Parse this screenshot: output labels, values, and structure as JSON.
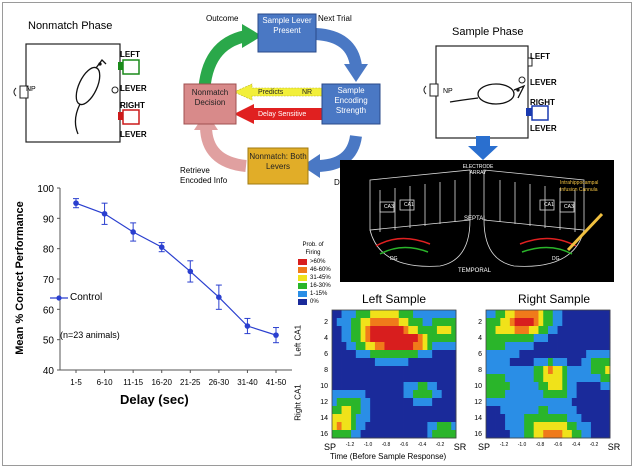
{
  "nonmatch_phase": {
    "title": "Nonmatch Phase",
    "np_label": "NP",
    "left_lever_top": "LEFT",
    "left_lever_bottom": "LEVER",
    "right_lever_top": "RIGHT",
    "right_lever_bottom": "LEVER",
    "left_color": "#1a8a1a",
    "right_color": "#cc1a1a"
  },
  "sample_phase": {
    "title": "Sample Phase",
    "np_label": "NP",
    "left_lever_top": "LEFT",
    "left_lever_bottom": "LEVER",
    "right_lever_top": "RIGHT",
    "right_lever_bottom": "LEVER",
    "right_color": "#1a3ab0"
  },
  "cycle": {
    "sample_lever": "Sample Lever Present",
    "sample_encoding": "Sample Encoding Strength",
    "nonmatch_both": "Nonmatch: Both Levers",
    "nonmatch_decision": "Nonmatch Decision",
    "outcome": "Outcome",
    "next_trial": "Next Trial",
    "delay": "Delay",
    "retrieve": "Retrieve Encoded Info",
    "predicts": "Predicts",
    "nr": "NR",
    "delay_sensitive": "Delay Sensitive"
  },
  "electrode": {
    "array_label": "ELECTRODE ARRAY",
    "septal": "SEPTAL",
    "temporal": "TEMPORAL",
    "cannula": "Intrahippocampal Infusion Cannula",
    "ca3": "CA3",
    "ca1": "CA1",
    "dg": "DG"
  },
  "legend": {
    "title": "Prob. of Firing",
    "items": [
      {
        "label": ">60%",
        "color": "#d81e1e"
      },
      {
        "label": "46-60%",
        "color": "#f07a1a"
      },
      {
        "label": "31-45%",
        "color": "#f0e21a"
      },
      {
        "label": "16-30%",
        "color": "#2ab52a"
      },
      {
        "label": "1-15%",
        "color": "#2a8ee6"
      },
      {
        "label": "0%",
        "color": "#1a2a9a"
      }
    ]
  },
  "heatmaps": {
    "left_title": "Left Sample",
    "right_title": "Right Sample",
    "y_label_top": "Left CA1",
    "y_label_bottom": "Right CA1",
    "y_ticks": [
      "2",
      "4",
      "6",
      "8",
      "10",
      "12",
      "14",
      "16"
    ],
    "x_ticks": [
      "-1.2",
      "-1.0",
      "-0.8",
      "-0.6",
      "-0.4",
      "-0.2"
    ],
    "sp": "SP",
    "sr": "SR",
    "x_label": "Time (Before Sample Response)"
  },
  "chart_data": {
    "type": "line",
    "categories": [
      "1-5",
      "6-10",
      "11-15",
      "16-20",
      "21-25",
      "26-30",
      "31-40",
      "41-50"
    ],
    "series": [
      {
        "name": "Control",
        "values": [
          95,
          91.5,
          85.5,
          80.5,
          72.5,
          64,
          54.5,
          51.5
        ],
        "errors": [
          1.5,
          3.5,
          3,
          1.5,
          3.5,
          4,
          2.5,
          2.5
        ],
        "color": "#2a3fcf"
      }
    ],
    "xlabel": "Delay (sec)",
    "ylabel": "Mean % Correct Performance",
    "ylim": [
      40,
      100
    ],
    "yticks": [
      "40",
      "50",
      "60",
      "70",
      "80",
      "90",
      "100"
    ],
    "annotation": "(n=23 animals)",
    "legend_placement": "left"
  }
}
